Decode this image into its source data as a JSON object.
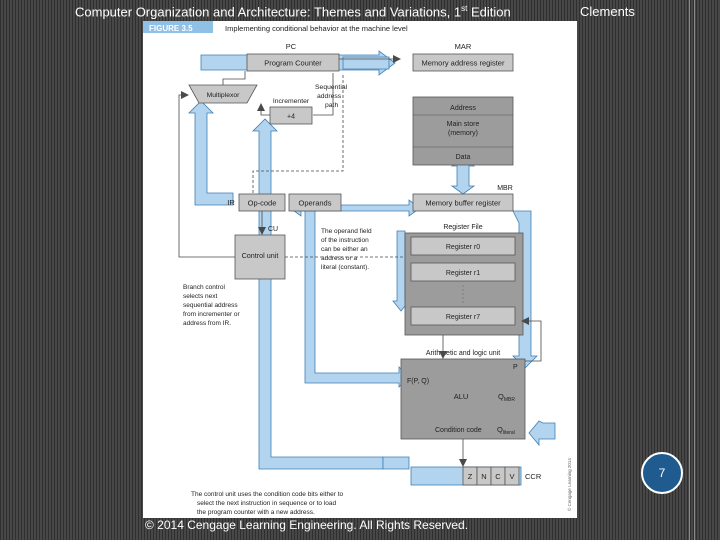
{
  "header": {
    "title": "Computer Organization and Architecture: Themes and Variations, 1",
    "title_sup": "st",
    "title_suffix": " Edition",
    "section": "Clements"
  },
  "figure": {
    "number": "FIGURE 3.5",
    "caption": "Implementing conditional behavior at the machine level",
    "labels": {
      "pc": "PC",
      "program_counter": "Program Counter",
      "mar": "MAR",
      "memory_address_register": "Memory address register",
      "multiplexor": "Multiplexor",
      "incrementer": "Incrementer",
      "plus4": "+4",
      "sequential_line1": "Sequential",
      "sequential_line2": "address",
      "sequential_line3": "path",
      "address": "Address",
      "main_store_line1": "Main store",
      "main_store_line2": "(memory)",
      "data": "Data",
      "mbr": "MBR",
      "memory_buffer_register": "Memory buffer register",
      "ir": "IR",
      "opcode": "Op-code",
      "operands": "Operands",
      "cu": "CU",
      "control_unit": "Control unit",
      "register_file": "Register File",
      "register_r0": "Register r0",
      "register_r1": "Register r1",
      "register_r7": "Register r7",
      "operand_note": [
        "The operand field",
        "of the instruction",
        "can be either an",
        "address or a",
        "literal (constant)."
      ],
      "branch_note": [
        "Branch control",
        "selects next",
        "sequential address",
        "from incrementer or",
        "address from IR."
      ],
      "alu_title": "Arithmetic and logic unit",
      "alu_p": "P",
      "alu_fpq": "F(P, Q)",
      "alu": "ALU",
      "alu_q": "Q",
      "alu_q_sub_mbr": "MBR",
      "condition_code": "Condition code",
      "alu_q_sub_literal": "literal",
      "ccr_z": "Z",
      "ccr_n": "N",
      "ccr_c": "C",
      "ccr_v": "V",
      "ccr": "CCR",
      "cu_note": [
        "The control unit uses the condition code bits either to",
        "select the next instruction in sequence or to load",
        "the program counter with a new address."
      ],
      "side_strip": "© Cengage Learning 2014"
    }
  },
  "footer": {
    "copyright": "© 2014 Cengage Learning Engineering. All Rights Reserved.",
    "page_number": "7"
  },
  "colors": {
    "bus_blue": "#b3d4ee",
    "bus_edge": "#3f7fb5",
    "box_gray": "#c8c8c8",
    "store_gray": "#9c9c9c",
    "caption_bar": "#8fc0e6",
    "page_badge": "#1f5b8e"
  }
}
